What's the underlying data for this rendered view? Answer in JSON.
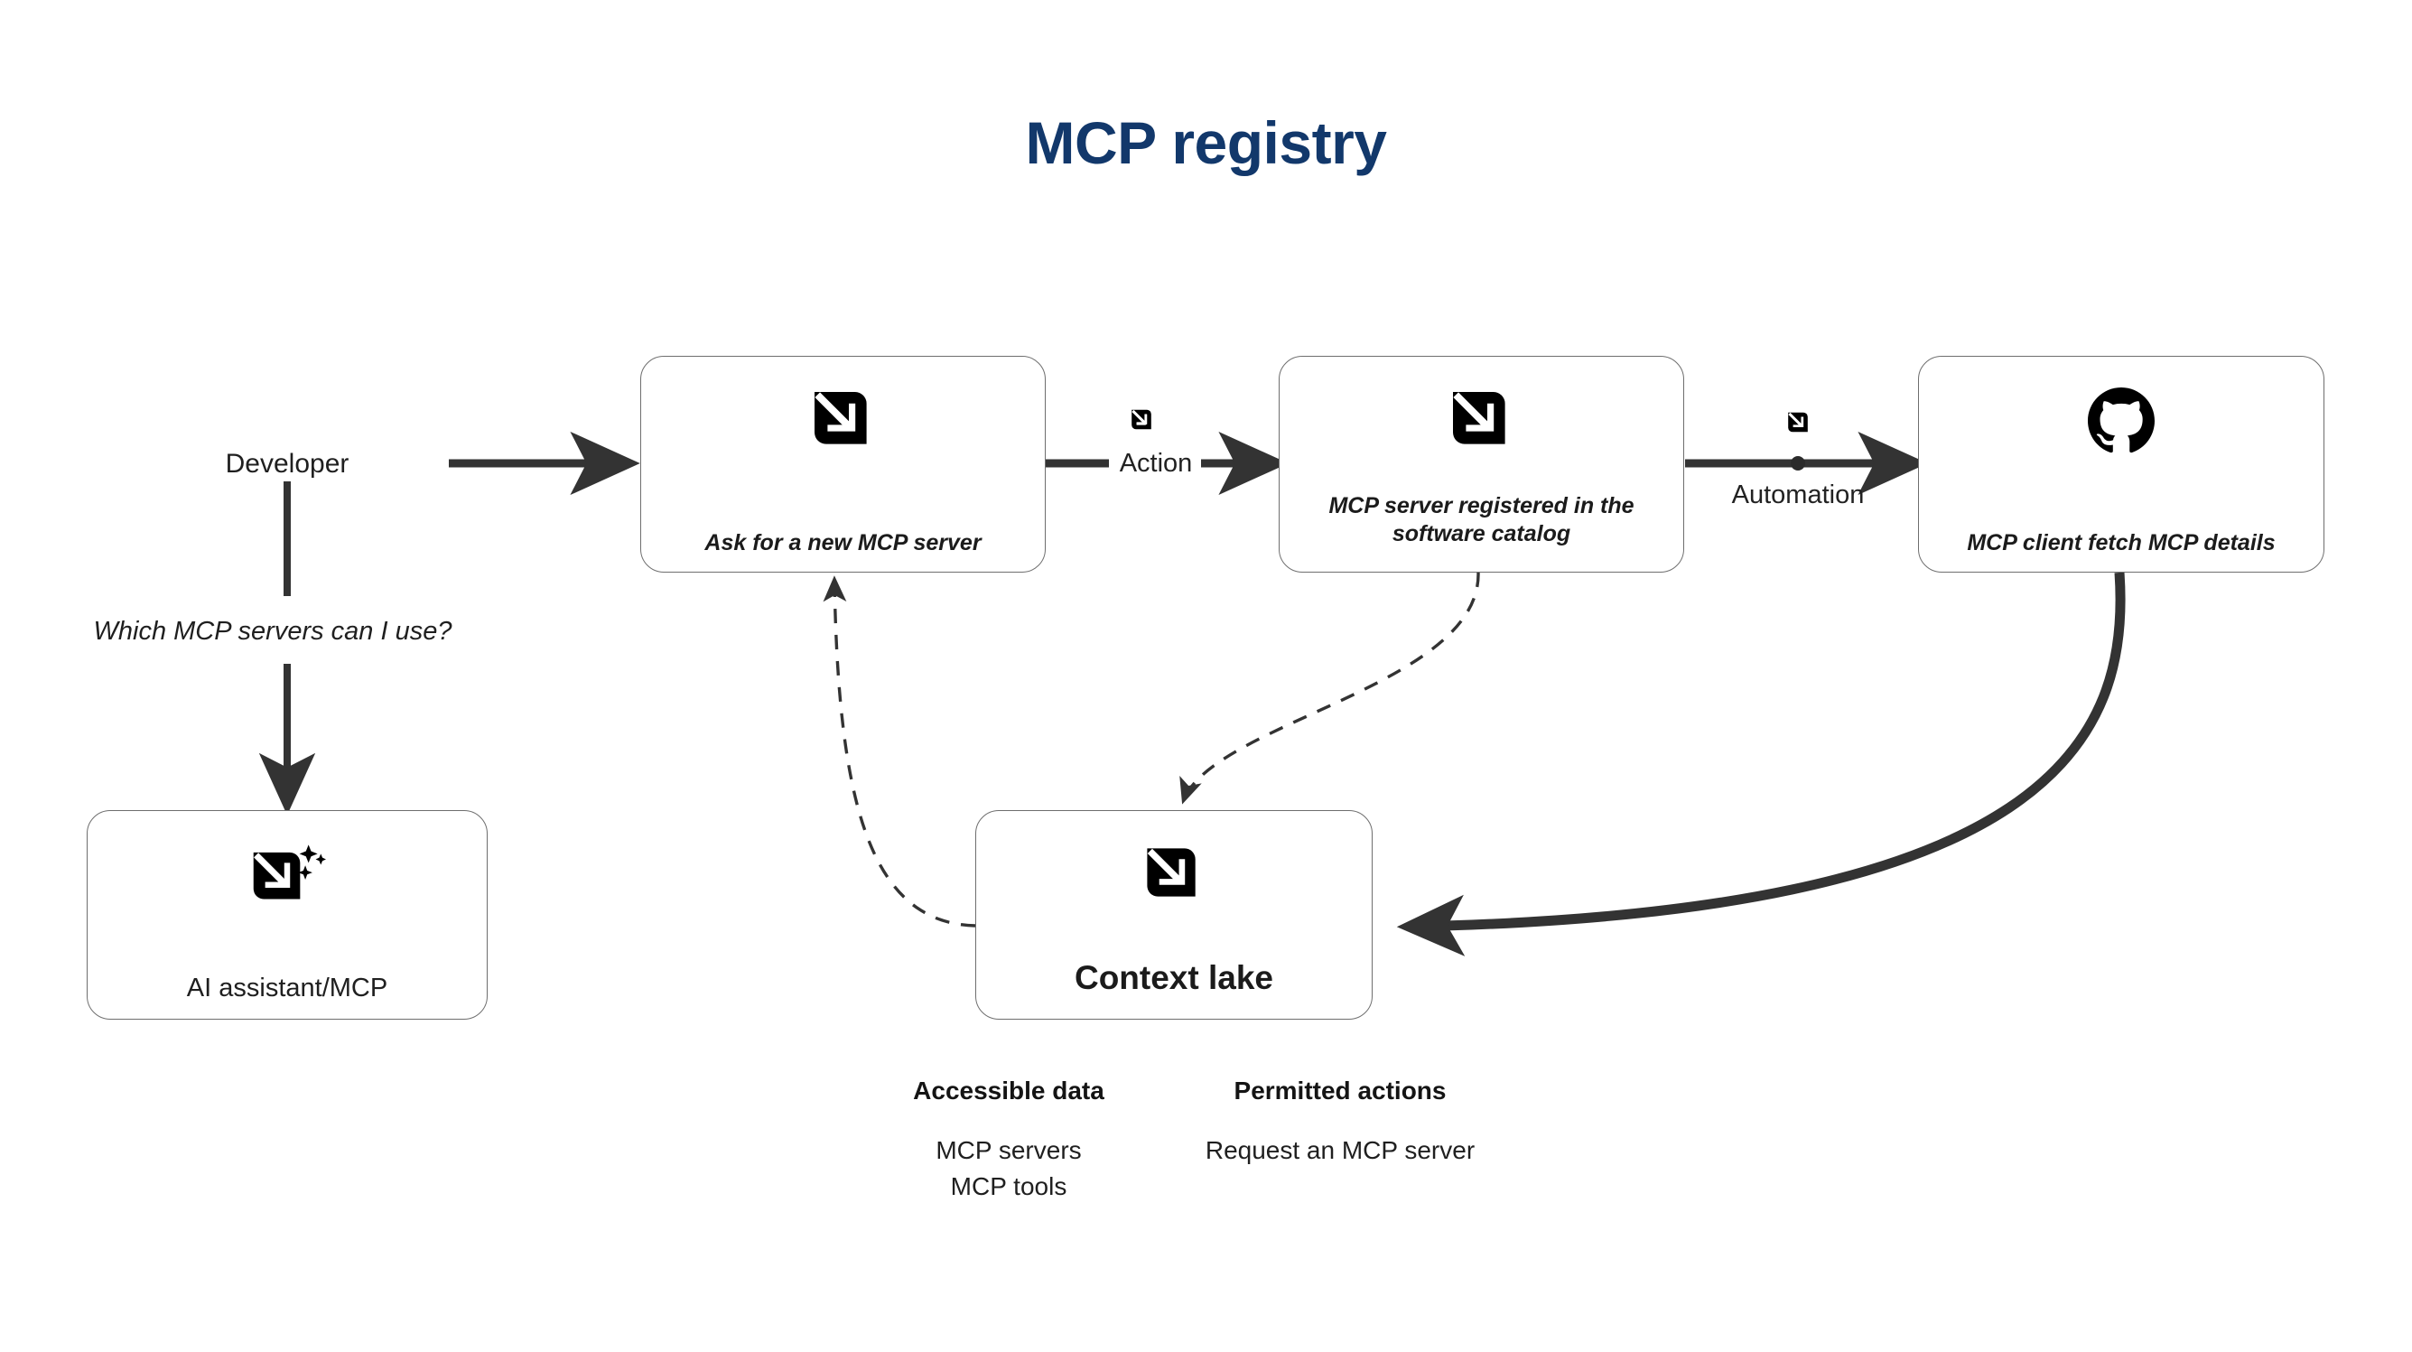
{
  "page": {
    "title": "MCP registry",
    "title_color": "#12386b",
    "background": "#ffffff",
    "stroke_color": "#333333",
    "box_border_color": "#6e6e6e"
  },
  "actors": {
    "developer_label": "Developer",
    "developer_question": "Which MCP servers can I use?"
  },
  "nodes": [
    {
      "id": "ai-assistant",
      "label": "AI assistant/MCP",
      "icon": "mcp-sparkle-icon"
    },
    {
      "id": "ask-new-mcp-server",
      "label": "Ask for a new MCP server",
      "icon": "mcp-icon"
    },
    {
      "id": "mcp-server-registered",
      "label": "MCP server registered in the software catalog",
      "icon": "mcp-icon"
    },
    {
      "id": "mcp-client-fetch",
      "label": "MCP client fetch MCP details",
      "icon": "github-icon"
    },
    {
      "id": "context-lake",
      "label": "Context lake",
      "icon": "mcp-icon"
    }
  ],
  "edges": [
    {
      "id": "developer-to-ask",
      "label": "",
      "style": "solid"
    },
    {
      "id": "developer-to-ai-assistant",
      "label": "",
      "style": "solid"
    },
    {
      "id": "ask-to-registered",
      "label": "Action",
      "style": "solid",
      "icon": "mcp-icon"
    },
    {
      "id": "registered-to-client",
      "label": "Automation",
      "style": "solid",
      "icon": "mcp-icon"
    },
    {
      "id": "client-to-context-lake",
      "label": "",
      "style": "solid-curve"
    },
    {
      "id": "context-lake-to-ask",
      "label": "",
      "style": "dashed-curve"
    },
    {
      "id": "registered-to-context-lake",
      "label": "",
      "style": "dashed-curve"
    }
  ],
  "context_lake_details": {
    "columns": [
      {
        "heading": "Accessible data",
        "items": [
          "MCP servers",
          "MCP tools"
        ]
      },
      {
        "heading": "Permitted actions",
        "items": [
          "Request an MCP server"
        ]
      }
    ]
  }
}
